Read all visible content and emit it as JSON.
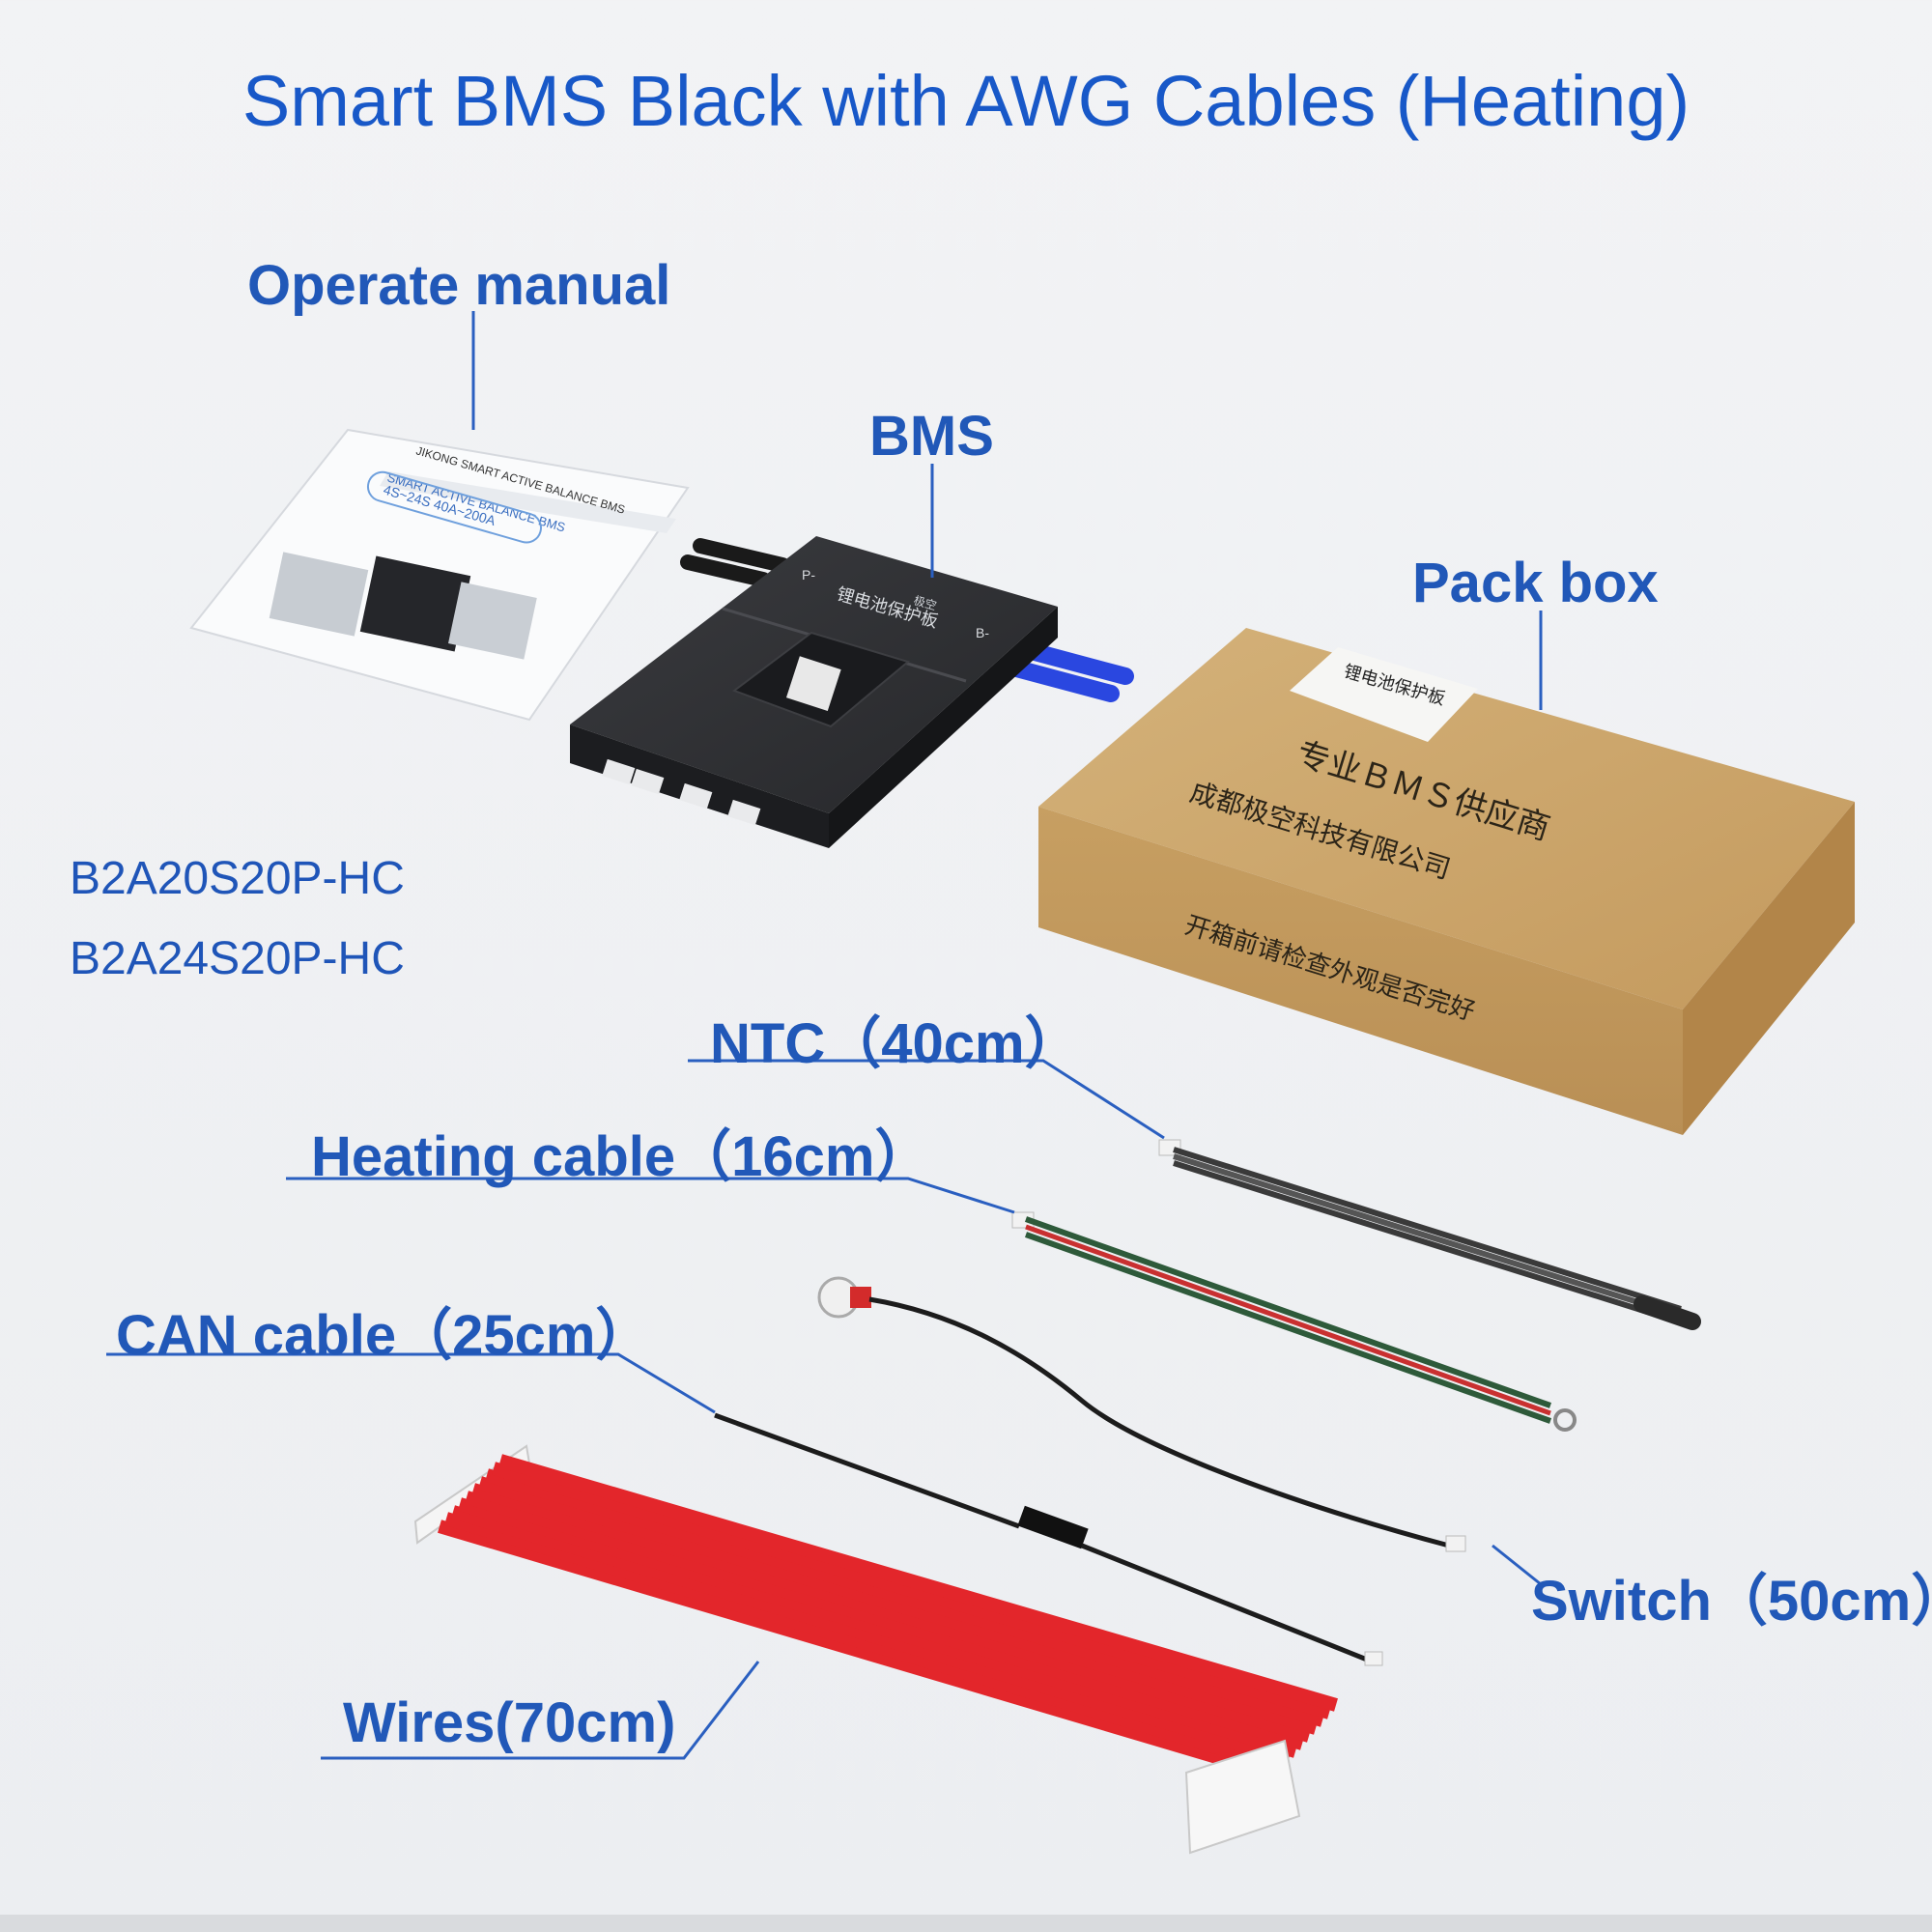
{
  "title": "Smart BMS Black with AWG Cables (Heating)",
  "labels": {
    "manual": "Operate manual",
    "bms": "BMS",
    "packbox": "Pack box",
    "ntc": "NTC（40cm）",
    "heating": "Heating cable（16cm）",
    "can": "CAN cable（25cm）",
    "switch": "Switch（50cm）",
    "wires": "Wires(70cm)"
  },
  "models": [
    "B2A20S20P-HC",
    "B2A24S20P-HC"
  ],
  "manual_text": {
    "line1": "JIKONG SMART ACTIVE BALANCE BMS",
    "line2": "SMART ACTIVE BALANCE BMS",
    "badge": "4S~24S 40A~200A"
  },
  "bms_text": {
    "brand": "极空",
    "name": "锂电池保护板",
    "p_minus": "P-",
    "b_minus": "B-"
  },
  "box_text": {
    "sticker_title": "锂电池保护板",
    "line1": "专业ＢＭＳ供应商",
    "line2": "成都极空科技有限公司",
    "line3": "开箱前请检查外观是否完好"
  },
  "colors": {
    "accent_blue": "#1f5fc4",
    "box_tan": "#c9a46a",
    "bms_black": "#2b2c2f",
    "wire_red": "#e3262b",
    "tube_blue": "#2a47e0"
  }
}
